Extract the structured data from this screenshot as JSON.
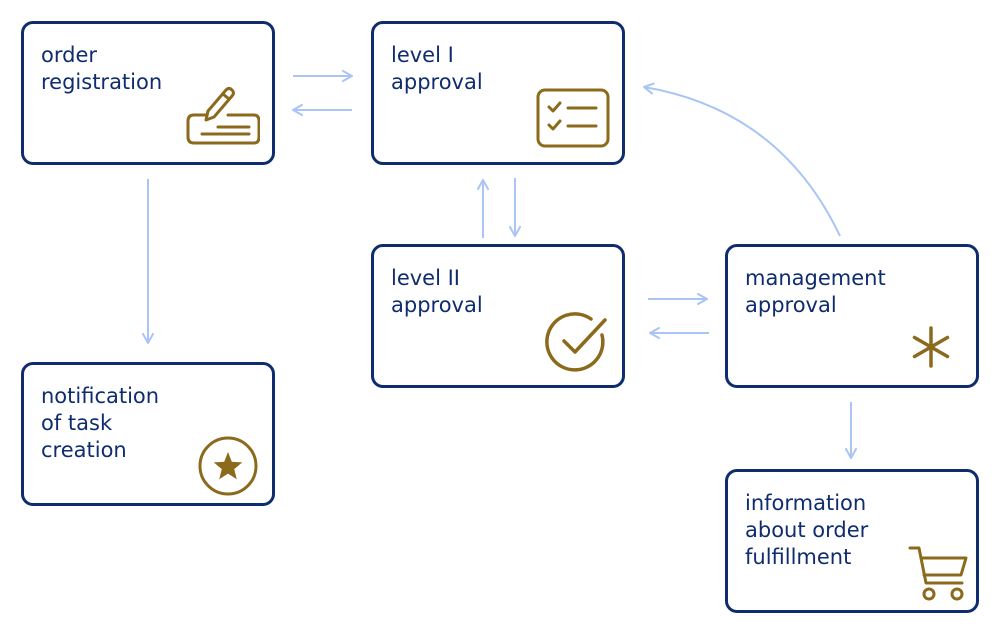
{
  "colors": {
    "box_border": "#0f2d6e",
    "text": "#0f2d6e",
    "icon": "#8b6a1c",
    "arrow": "#a9c4f5"
  },
  "nodes": {
    "order_registration": {
      "label_lines": [
        "order",
        "registration"
      ],
      "icon": "signing-form-icon"
    },
    "level_1_approval": {
      "label_lines": [
        "level I",
        "approval"
      ],
      "icon": "checklist-icon"
    },
    "level_2_approval": {
      "label_lines": [
        "level II",
        "approval"
      ],
      "icon": "check-circle-icon"
    },
    "management_approval": {
      "label_lines": [
        "management",
        "approval"
      ],
      "icon": "asterisk-icon"
    },
    "notification": {
      "label_lines": [
        "notification",
        "of task",
        "creation"
      ],
      "icon": "star-circle-icon"
    },
    "fulfillment": {
      "label_lines": [
        "information",
        "about order",
        "fulfillment"
      ],
      "icon": "shopping-cart-icon"
    }
  },
  "edges": [
    {
      "from": "order registration",
      "to": "level I approval"
    },
    {
      "from": "level I approval",
      "to": "order registration"
    },
    {
      "from": "order registration",
      "to": "notification of task creation"
    },
    {
      "from": "level I approval",
      "to": "level II approval"
    },
    {
      "from": "level II approval",
      "to": "level I approval"
    },
    {
      "from": "level II approval",
      "to": "management approval"
    },
    {
      "from": "management approval",
      "to": "level II approval"
    },
    {
      "from": "management approval",
      "to": "level I approval"
    },
    {
      "from": "management approval",
      "to": "information about order fulfillment"
    }
  ]
}
